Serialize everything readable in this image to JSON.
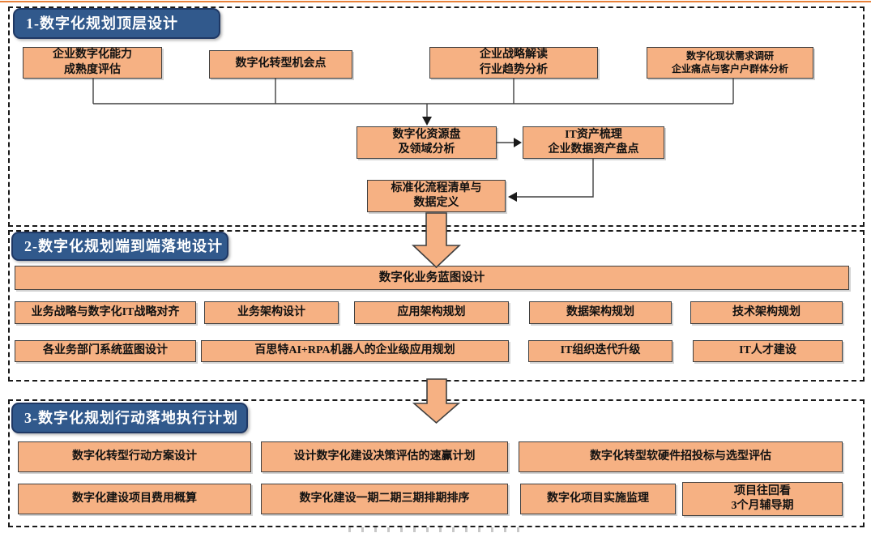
{
  "colors": {
    "box_fill": "#F6B183",
    "box_border": "#3F3F3F",
    "header_fill": "#31598C",
    "header_border": "#1F3864",
    "header_text": "#FFFFFF",
    "block_arrow_fill": "#F6B183",
    "top_rule": "#E8813A",
    "dashed_border": "#1A1A1A"
  },
  "section1": {
    "title": "1-数字化规划顶层设计",
    "boxes": {
      "maturity": "企业数字化能力\n成熟度评估",
      "opportunity": "数字化转型机会点",
      "strategy": "企业战略解读\n行业趋势分析",
      "research": "数字化现状需求调研\n企业痛点与客户户群体分析",
      "resource": "数字化资源盘\n及领域分析",
      "it_asset": "IT资产梳理\n企业数据资产盘点",
      "process": "标准化流程清单与\n数据定义"
    }
  },
  "section2": {
    "title": "2-数字化规划端到端落地设计",
    "blueprint_bar": "数字化业务蓝图设计",
    "row1": [
      "业务战略与数字化IT战略对齐",
      "业务架构设计",
      "应用架构规划",
      "数据架构规划",
      "技术架构规划"
    ],
    "row2": [
      "各业务部门系统蓝图设计",
      "百思特AI+RPA机器人的企业级应用规划",
      "IT组织迭代升级",
      "IT人才建设"
    ]
  },
  "section3": {
    "title": "3-数字化规划行动落地执行计划",
    "row1": [
      "数字化转型行动方案设计",
      "设计数字化建设决策评估的速赢计划",
      "数字化转型软硬件招投标与选型评估"
    ],
    "row2": [
      "数字化建设项目费用概算",
      "数字化建设一期二期三期排期排序",
      "数字化项目实施监理",
      "项目往回看\n3个月辅导期"
    ]
  }
}
